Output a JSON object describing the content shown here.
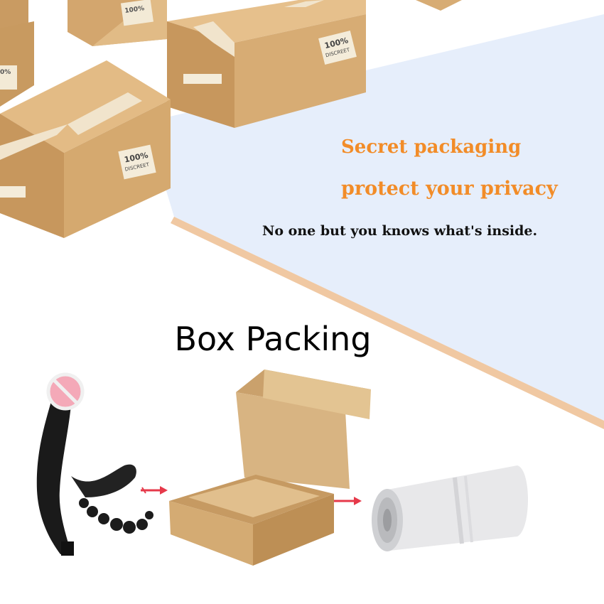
{
  "headline": {
    "line1": "Secret packaging",
    "line2": "protect your privacy",
    "line3": "No one but you knows what's inside."
  },
  "section": {
    "title": "Box Packing"
  },
  "box_label": "100%\nDISCREET",
  "colors": {
    "accent_orange": "#f28c28",
    "cardboard": "#d9b27e",
    "cardboard_dark": "#b98a55",
    "tape": "#efe3cf",
    "board": "#e4eefb",
    "arrow": "#e6394a"
  }
}
